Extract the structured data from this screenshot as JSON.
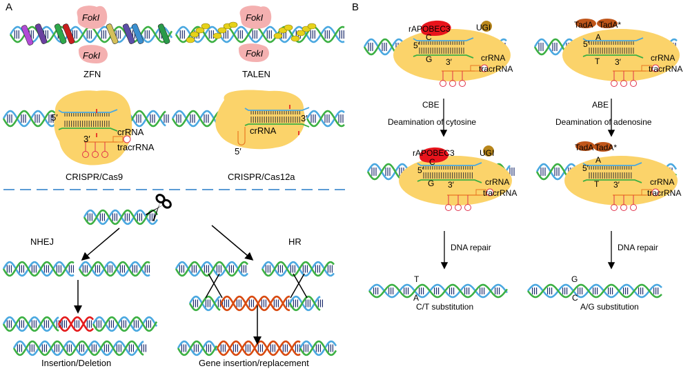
{
  "panels": {
    "a": "A",
    "b": "B"
  },
  "panel_a": {
    "zfn": {
      "fok_top": "FokI",
      "fok_bottom": "FokI",
      "title": "ZFN"
    },
    "talen": {
      "fok_top": "FokI",
      "fok_bottom": "FokI",
      "title": "TALEN"
    },
    "cas9": {
      "five_prime": "5′",
      "three_prime": "3′",
      "crrna": "crRNA",
      "tracrrna": "tracrRNA",
      "title": "CRISPR/Cas9"
    },
    "cas12a": {
      "three_prime": "3′",
      "five_prime": "5′",
      "crrna": "crRNA",
      "title": "CRISPR/Cas12a"
    },
    "repair": {
      "nhej": "NHEJ",
      "hr": "HR",
      "nhej_result": "Insertion/Deletion",
      "hr_result": "Gene insertion/replacement"
    }
  },
  "panel_b": {
    "cbe": {
      "enzyme": "rAPOBEC3",
      "ugi": "UGI",
      "top_base": "C",
      "bottom_base": "G",
      "five_prime": "5′",
      "three_prime": "3′",
      "crrna": "crRNA",
      "tracrrna": "tracrRNA",
      "step_label": "CBE",
      "step_desc": "Deamination of cytosine",
      "repair": "DNA repair",
      "result_top": "T",
      "result_bottom": "A",
      "result": "C/T substitution"
    },
    "abe": {
      "enzyme1": "TadA",
      "enzyme2": "TadA*",
      "top_base": "A",
      "bottom_base": "T",
      "five_prime": "5′",
      "three_prime": "3′",
      "crrna": "crRNA",
      "tracrrna": "tracrRNA",
      "step_label": "ABE",
      "step_desc": "Deamination of adenosine",
      "repair": "DNA repair",
      "result_top": "G",
      "result_bottom": "C",
      "result": "A/G substitution"
    }
  },
  "colors": {
    "strand_green": "#3cb043",
    "strand_blue": "#4aa8e0",
    "cas_yellow": "#fbd36a",
    "fok_pink": "#f4b0b0",
    "rna_red": "#e0304a",
    "rna_orange": "#e87722",
    "apobec_red": "#e8141c",
    "ugi_gold": "#b8861b",
    "tada_brown": "#c0561a",
    "donor_orange": "#d84a10",
    "indel_red": "#e41a1c",
    "divider_blue": "#5b9bd5"
  }
}
